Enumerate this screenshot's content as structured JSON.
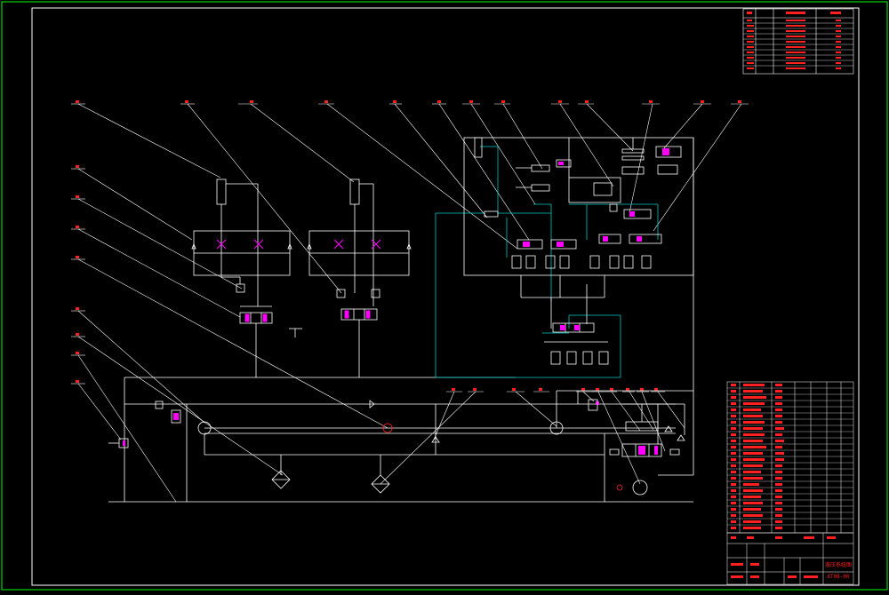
{
  "drawing": {
    "background": "#000000",
    "border_color": "#00ff00",
    "line_color": "#ffffff",
    "pipe_color": "#00c8c8",
    "mark_color": "#ff00ff",
    "table_text_color": "#ff2020"
  },
  "title_block": {
    "part_name": "液压系统图",
    "drawing_no": "XT08-00"
  },
  "views": [
    {
      "name": "hydraulic-schematic",
      "type": "cad-schematic"
    }
  ]
}
